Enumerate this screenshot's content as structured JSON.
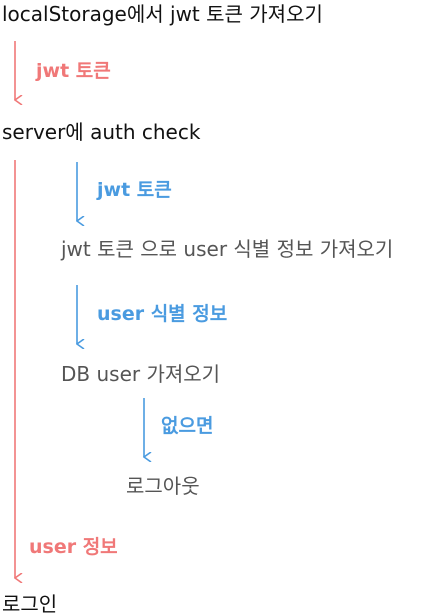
{
  "nodes": {
    "get_jwt": "localStorage에서 jwt 토큰 가져오기",
    "server_auth": "server에 auth check",
    "get_user_id": "jwt 토큰 으로 user 식별 정보 가져오기",
    "db_user": "DB user 가져오기",
    "logout": "로그아웃",
    "login": "로그인"
  },
  "edges": {
    "jwt_token_1": "jwt 토큰",
    "jwt_token_2": "jwt 토큰",
    "user_id_info": "user 식별 정보",
    "if_none": "없으면",
    "user_info": "user 정보"
  },
  "colors": {
    "red": "#f07878",
    "blue": "#4a9be0"
  }
}
